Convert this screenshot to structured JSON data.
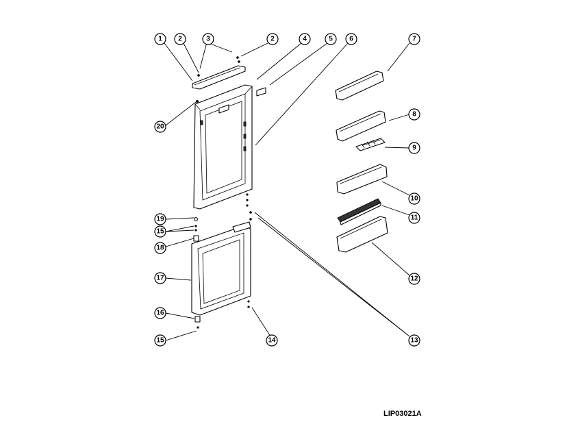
{
  "drawing_ref": "LIP03021A",
  "callouts": {
    "c1": "1",
    "c2a": "2",
    "c3": "3",
    "c2b": "2",
    "c4": "4",
    "c5": "5",
    "c6": "6",
    "c7": "7",
    "c8": "8",
    "c9": "9",
    "c10": "10",
    "c11": "11",
    "c12": "12",
    "c13": "13",
    "c14": "14",
    "c15a": "15",
    "c15b": "15",
    "c16": "16",
    "c17": "17",
    "c18": "18",
    "c19": "19",
    "c20": "20"
  }
}
